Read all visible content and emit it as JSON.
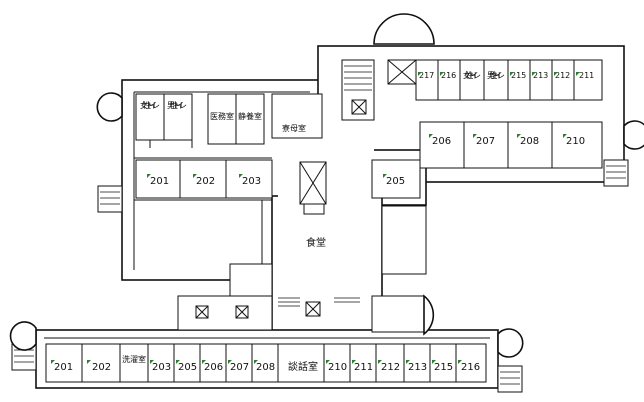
{
  "colors": {
    "wall": "#111111",
    "background": "#ffffff",
    "door_mark": "#2e7d32"
  },
  "north_wing": {
    "rooms_west": [
      "201",
      "202",
      "203"
    ],
    "rooms_east_upper": [
      "217",
      "216",
      "215",
      "213",
      "212",
      "211"
    ],
    "rooms_east_lower": [
      "206",
      "207",
      "208",
      "210"
    ],
    "room_205": "205",
    "womens_toilet": "女性トイレ",
    "mens_toilet": "男性トイレ",
    "womens_toilet_east": "女性トイレ",
    "mens_toilet_east": "男性トイレ",
    "medical_room": "医務室",
    "rest_room": "静養室",
    "dorm_parent_room": "寮母室"
  },
  "center": {
    "dining": "食堂"
  },
  "south_wing": {
    "rooms_left": [
      "201",
      "202"
    ],
    "laundry": "洗濯室",
    "rooms_mid": [
      "203",
      "205",
      "206",
      "207",
      "208"
    ],
    "lounge": "談話室",
    "rooms_right": [
      "210",
      "211",
      "212",
      "213",
      "215",
      "216"
    ]
  },
  "icons": [
    "elevator-icon",
    "stairs-icon",
    "door-mark-icon"
  ]
}
